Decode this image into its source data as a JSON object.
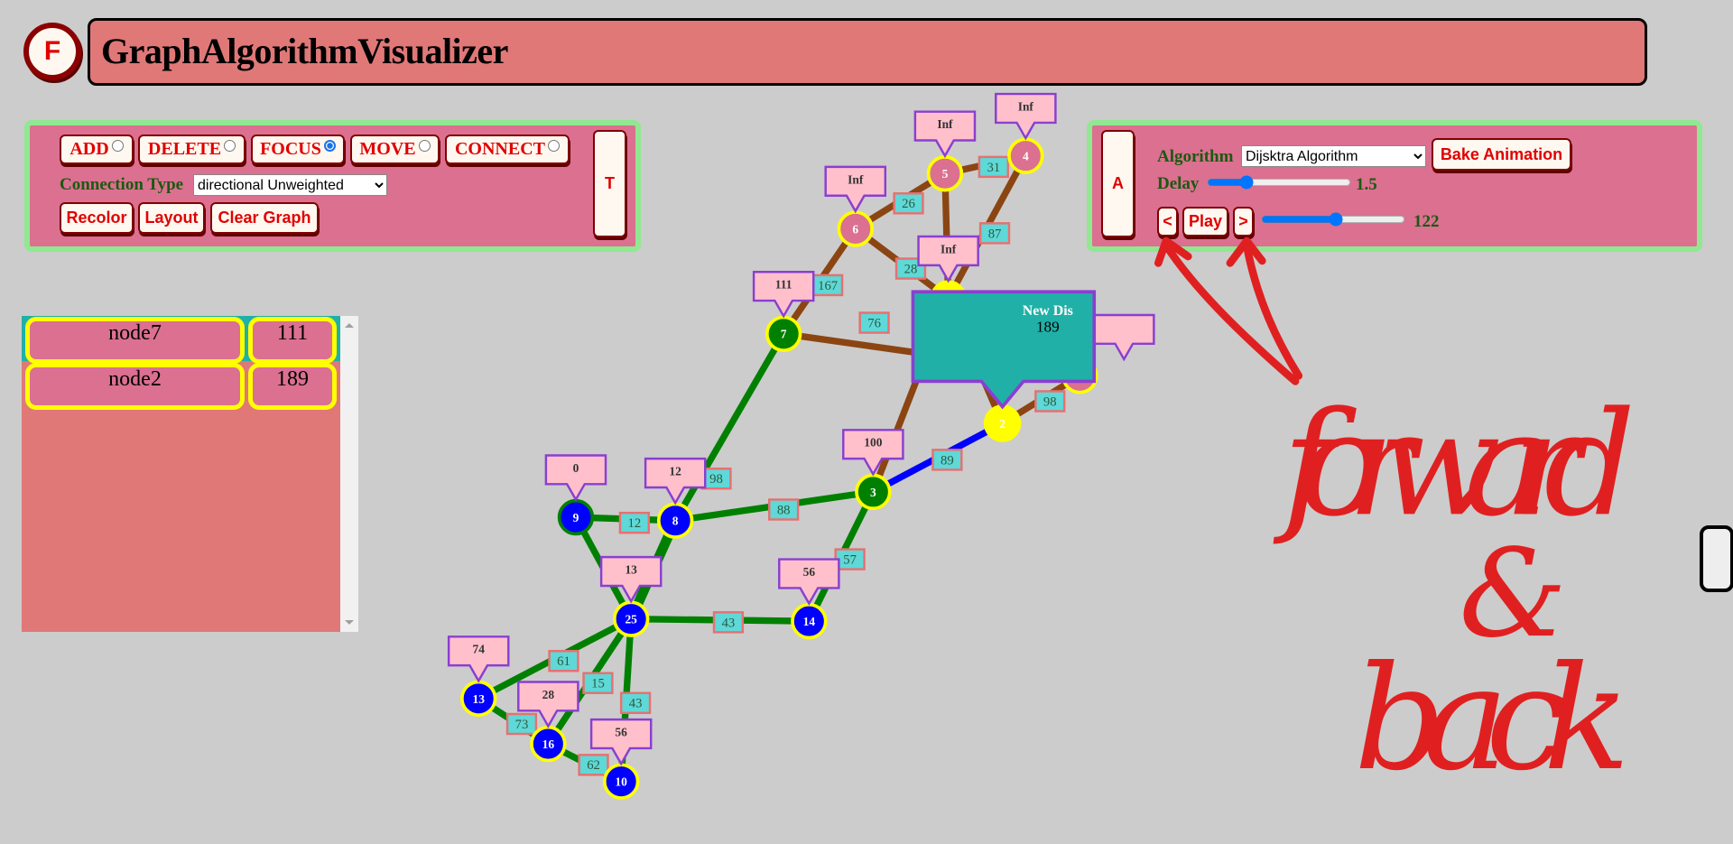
{
  "app": {
    "logo_letter": "F",
    "title": "GraphAlgorithmVisualizer"
  },
  "tools": {
    "modes": [
      {
        "label": "ADD",
        "selected": false
      },
      {
        "label": "DELETE",
        "selected": false
      },
      {
        "label": "FOCUS",
        "selected": true
      },
      {
        "label": "MOVE",
        "selected": false
      },
      {
        "label": "CONNECT",
        "selected": false
      }
    ],
    "connection_type_label": "Connection Type",
    "connection_type_value": "directional Unweighted",
    "recolor_label": "Recolor",
    "layout_label": "Layout",
    "clear_label": "Clear Graph",
    "toggle_label": "T"
  },
  "algo": {
    "toggle_label": "A",
    "algorithm_label": "Algorithm",
    "algorithm_value": "Dijsktra Algorithm",
    "bake_label": "Bake Animation",
    "delay_label": "Delay",
    "delay_value": "1.5",
    "delay_fraction": 0.25,
    "prev_label": "<",
    "play_label": "Play",
    "next_label": ">",
    "step_value": "122",
    "step_fraction": 0.52
  },
  "results": [
    {
      "node": "node7",
      "dist": "111"
    },
    {
      "node": "node2",
      "dist": "189"
    }
  ],
  "colors": {
    "visited": "#008000",
    "frontier": "#0000ff",
    "unvisited": "#db7090",
    "current": "#ffff00",
    "edge_done": "#008000",
    "edge_pending": "#8b4513",
    "edge_active": "#0000ff",
    "tooltip": "#20b0a8"
  },
  "graph": {
    "nodes": [
      {
        "id": "4",
        "dist": "Inf",
        "state": "unvisited"
      },
      {
        "id": "5",
        "dist": "Inf",
        "state": "unvisited"
      },
      {
        "id": "6",
        "dist": "Inf",
        "state": "unvisited"
      },
      {
        "id": "0",
        "dist": "Inf",
        "state": "current-ring"
      },
      {
        "id": "7",
        "dist": "111",
        "state": "visited"
      },
      {
        "id": "1",
        "dist": "",
        "state": "unvisited"
      },
      {
        "id": "2",
        "dist": "",
        "state": "current"
      },
      {
        "id": "3",
        "dist": "100",
        "state": "visited"
      },
      {
        "id": "9",
        "dist": "0",
        "state": "source"
      },
      {
        "id": "8",
        "dist": "12",
        "state": "frontier"
      },
      {
        "id": "25",
        "dist": "13",
        "state": "frontier"
      },
      {
        "id": "14",
        "dist": "56",
        "state": "frontier"
      },
      {
        "id": "13",
        "dist": "74",
        "state": "frontier"
      },
      {
        "id": "16",
        "dist": "28",
        "state": "frontier"
      },
      {
        "id": "10",
        "dist": "56",
        "state": "frontier"
      }
    ],
    "edges": [
      {
        "from": "6",
        "to": "5",
        "w": "26",
        "state": "pending"
      },
      {
        "from": "5",
        "to": "4",
        "w": "31",
        "state": "pending"
      },
      {
        "from": "4",
        "to": "0",
        "w": "87",
        "state": "pending"
      },
      {
        "from": "5",
        "to": "0",
        "w": "",
        "state": "pending"
      },
      {
        "from": "6",
        "to": "0",
        "w": "28",
        "state": "pending"
      },
      {
        "from": "6",
        "to": "7",
        "w": "167",
        "state": "pending"
      },
      {
        "from": "7",
        "to": "1",
        "w": "76",
        "state": "pending"
      },
      {
        "from": "0",
        "to": "2",
        "w": "",
        "state": "pending"
      },
      {
        "from": "3",
        "to": "0",
        "w": "",
        "state": "pending"
      },
      {
        "from": "2",
        "to": "1",
        "w": "98",
        "state": "pending"
      },
      {
        "from": "3",
        "to": "2",
        "w": "89",
        "state": "active"
      },
      {
        "from": "7",
        "to": "8",
        "w": "98",
        "state": "done"
      },
      {
        "from": "8",
        "to": "3",
        "w": "88",
        "state": "done"
      },
      {
        "from": "9",
        "to": "8",
        "w": "12",
        "state": "done"
      },
      {
        "from": "9",
        "to": "25",
        "w": "",
        "state": "done"
      },
      {
        "from": "8",
        "to": "25",
        "w": "",
        "state": "done"
      },
      {
        "from": "3",
        "to": "14",
        "w": "57",
        "state": "done"
      },
      {
        "from": "25",
        "to": "14",
        "w": "43",
        "state": "done"
      },
      {
        "from": "25",
        "to": "13",
        "w": "61",
        "state": "done"
      },
      {
        "from": "25",
        "to": "16",
        "w": "15",
        "state": "done"
      },
      {
        "from": "25",
        "to": "10",
        "w": "43",
        "state": "done"
      },
      {
        "from": "13",
        "to": "16",
        "w": "73",
        "state": "done"
      },
      {
        "from": "16",
        "to": "10",
        "w": "62",
        "state": "done"
      }
    ],
    "tooltip": {
      "title": "New Dis",
      "value": "189"
    }
  },
  "annotation": {
    "lines": [
      "forward",
      "&",
      "back"
    ]
  }
}
